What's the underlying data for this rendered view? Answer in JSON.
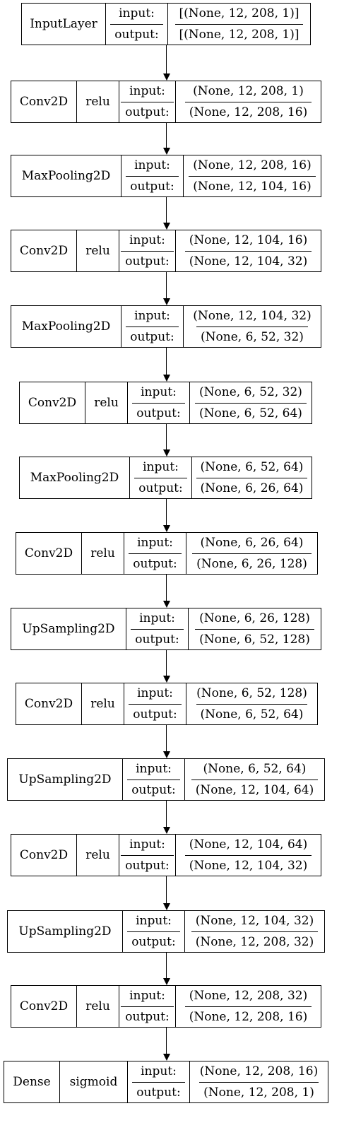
{
  "layers": [
    {
      "name": "InputLayer",
      "activation": null,
      "input_label": "input:",
      "input": "[(None, 12, 208, 1)]",
      "output_label": "output:",
      "output": "[(None, 12, 208, 1)]"
    },
    {
      "name": "Conv2D",
      "activation": "relu",
      "input_label": "input:",
      "input": "(None, 12, 208, 1)",
      "output_label": "output:",
      "output": "(None, 12, 208, 16)"
    },
    {
      "name": "MaxPooling2D",
      "activation": null,
      "input_label": "input:",
      "input": "(None, 12, 208, 16)",
      "output_label": "output:",
      "output": "(None, 12, 104, 16)"
    },
    {
      "name": "Conv2D",
      "activation": "relu",
      "input_label": "input:",
      "input": "(None, 12, 104, 16)",
      "output_label": "output:",
      "output": "(None, 12, 104, 32)"
    },
    {
      "name": "MaxPooling2D",
      "activation": null,
      "input_label": "input:",
      "input": "(None, 12, 104, 32)",
      "output_label": "output:",
      "output": "(None, 6, 52, 32)"
    },
    {
      "name": "Conv2D",
      "activation": "relu",
      "input_label": "input:",
      "input": "(None, 6, 52, 32)",
      "output_label": "output:",
      "output": "(None, 6, 52, 64)"
    },
    {
      "name": "MaxPooling2D",
      "activation": null,
      "input_label": "input:",
      "input": "(None, 6, 52, 64)",
      "output_label": "output:",
      "output": "(None, 6, 26, 64)"
    },
    {
      "name": "Conv2D",
      "activation": "relu",
      "input_label": "input:",
      "input": "(None, 6, 26, 64)",
      "output_label": "output:",
      "output": "(None, 6, 26, 128)"
    },
    {
      "name": "UpSampling2D",
      "activation": null,
      "input_label": "input:",
      "input": "(None, 6, 26, 128)",
      "output_label": "output:",
      "output": "(None, 6, 52, 128)"
    },
    {
      "name": "Conv2D",
      "activation": "relu",
      "input_label": "input:",
      "input": "(None, 6, 52, 128)",
      "output_label": "output:",
      "output": "(None, 6, 52, 64)"
    },
    {
      "name": "UpSampling2D",
      "activation": null,
      "input_label": "input:",
      "input": "(None, 6, 52, 64)",
      "output_label": "output:",
      "output": "(None, 12, 104, 64)"
    },
    {
      "name": "Conv2D",
      "activation": "relu",
      "input_label": "input:",
      "input": "(None, 12, 104, 64)",
      "output_label": "output:",
      "output": "(None, 12, 104, 32)"
    },
    {
      "name": "UpSampling2D",
      "activation": null,
      "input_label": "input:",
      "input": "(None, 12, 104, 32)",
      "output_label": "output:",
      "output": "(None, 12, 208, 32)"
    },
    {
      "name": "Conv2D",
      "activation": "relu",
      "input_label": "input:",
      "input": "(None, 12, 208, 32)",
      "output_label": "output:",
      "output": "(None, 12, 208, 16)"
    },
    {
      "name": "Dense",
      "activation": "sigmoid",
      "input_label": "input:",
      "input": "(None, 12, 208, 16)",
      "output_label": "output:",
      "output": "(None, 12, 208, 1)"
    }
  ]
}
